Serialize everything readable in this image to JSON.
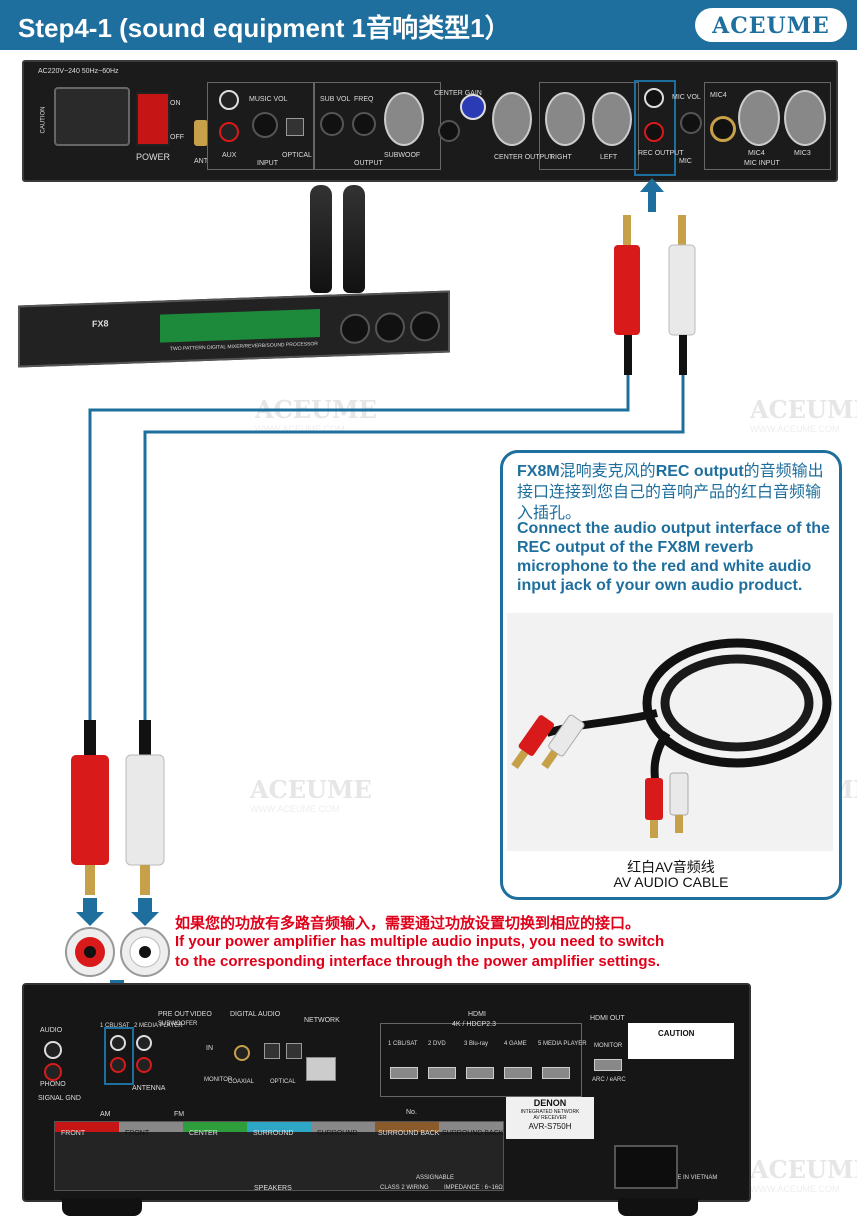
{
  "header": {
    "title": "Step4-1 (sound equipment 1音响类型1）",
    "brand": "ACEUME"
  },
  "watermark": {
    "text": "ACEUME",
    "url": "WWW.ACEUME.COM"
  },
  "mixer": {
    "power_spec": "AC220V~240 50Hz~60Hz",
    "power_label": "POWER",
    "switch_on": "ON",
    "switch_off": "OFF",
    "caution": "CAUTION",
    "ant": "ANT",
    "aux": "AUX",
    "music_vol": "MUSIC VOL",
    "optical": "OPTICAL",
    "input_group": "INPUT",
    "sub_vol": "SUB VOL",
    "freq": "FREQ",
    "output_group": "OUTPUT",
    "subwoofer": "SUBWOOF",
    "center_gain": "CENTER GAIN",
    "center_output": "CENTER OUTPUT",
    "right": "RIGHT",
    "left": "LEFT",
    "rec_output": "REC OUTPUT",
    "mic_vol": "MIC VOL",
    "mic": "MIC",
    "mic4": "MIC4",
    "mic3": "MIC3",
    "mic_input": "MIC INPUT"
  },
  "processor": {
    "model": "FX8",
    "caption": "TWO PATTERN DIGITAL MIXER/REVERB/SOUND PROCESSOR"
  },
  "info": {
    "cn_prefix": "FX8M",
    "cn_mid1": "混响麦克风的",
    "cn_rec": "REC output",
    "cn_rest": "的音频输出接口连接到您自己的音响产品的红白音频输入插孔。",
    "en": "Connect the audio output interface of the REC output of the FX8M reverb microphone to the red and white audio input jack of your own audio product.",
    "cable_cn": "红白AV音频线",
    "cable_en": "AV AUDIO CABLE"
  },
  "note": {
    "cn": "如果您的功放有多路音频输入，需要通过功放设置切换到相应的接口。",
    "en_line1": "If your power amplifier has multiple audio inputs, you need to switch",
    "en_line2": "to the corresponding interface through the power amplifier settings."
  },
  "receiver": {
    "audio_in": "AUDIO",
    "phono": "PHONO",
    "signal_gnd": "SIGNAL GND",
    "am": "AM",
    "fm": "FM",
    "antenna": "ANTENNA",
    "cbl_sat": "1 CBL/SAT",
    "media_player": "2 MEDIA PLAYER",
    "pre_out": "PRE OUT",
    "subwoofer": "SUBWOOFER",
    "video": "VIDEO",
    "video_in": "IN",
    "monitor": "MONITOR",
    "digital_audio": "DIGITAL AUDIO",
    "coaxial": "COAXIAL",
    "optical": "OPTICAL",
    "network": "NETWORK",
    "hdmi": "HDMI",
    "hdcp": "4K / HDCP2.3",
    "hdmi_inputs": [
      "1 CBL/SAT",
      "2 DVD",
      "3 Blu-ray",
      "4 GAME",
      "5 MEDIA PLAYER"
    ],
    "hdmi_out": "HDMI OUT",
    "arc": "ARC / eARC",
    "caution": "CAUTION",
    "brand": "DENON",
    "model_line1": "INTEGRATED NETWORK",
    "model_line2": "AV RECEIVER",
    "model": "AVR-S750H",
    "speakers": "SPEAKERS",
    "speaker_groups": [
      "FRONT",
      "FRONT",
      "CENTER",
      "SURROUND",
      "SURROUND",
      "SURROUND BACK",
      "SURROUND BACK"
    ],
    "assignable": "ASSIGNABLE",
    "class2": "CLASS 2 WIRING",
    "impedance": "IMPEDANCE : 6~16Ω",
    "made_in": "MADE IN VIETNAM",
    "no_label": "No."
  },
  "colors": {
    "brand_blue": "#1f6f9e",
    "note_red": "#e0001a",
    "rca_red": "#d81a1a",
    "rca_white": "#e9e9e9"
  }
}
